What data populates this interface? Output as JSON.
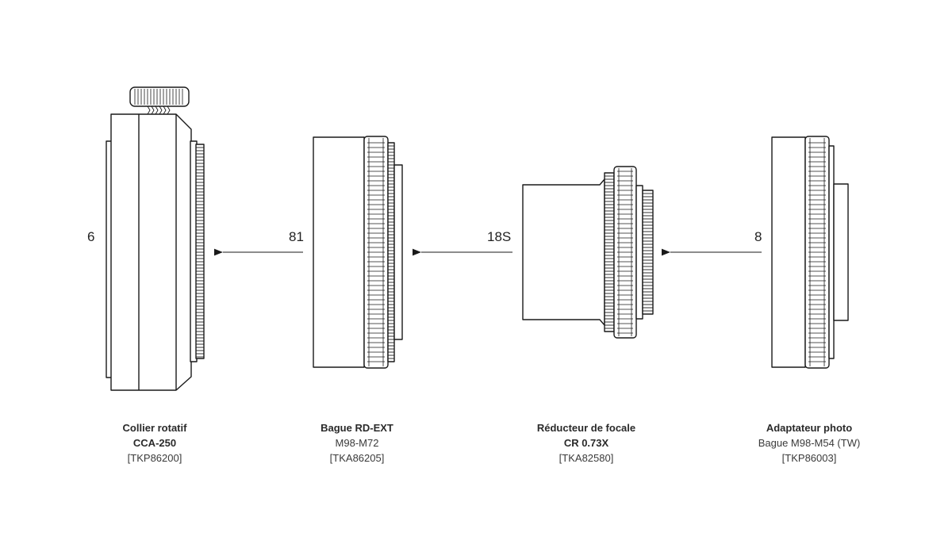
{
  "spacings": [
    {
      "id": "s1",
      "value": "6"
    },
    {
      "id": "s2",
      "value": "81"
    },
    {
      "id": "s3",
      "value": "18S"
    },
    {
      "id": "s4",
      "value": "8"
    }
  ],
  "components": [
    {
      "id": "c1",
      "line1": "Collier rotatif",
      "line2": "CCA-250",
      "line3": "[TKP86200]",
      "line2_bold": true
    },
    {
      "id": "c2",
      "line1": "Bague RD-EXT",
      "line2": "M98-M72",
      "line3": "[TKA86205]",
      "line2_bold": false
    },
    {
      "id": "c3",
      "line1": "Réducteur de focale",
      "line2": "CR 0.73X",
      "line3": "[TKA82580]",
      "line2_bold": true
    },
    {
      "id": "c4",
      "line1": "Adaptateur photo",
      "line2": "Bague M98-M54 (TW)",
      "line3": "[TKP86003]",
      "line2_bold": false
    }
  ],
  "colors": {
    "stroke": "#1a1a1a",
    "fill": "#ffffff",
    "text": "#2a2a2a"
  }
}
